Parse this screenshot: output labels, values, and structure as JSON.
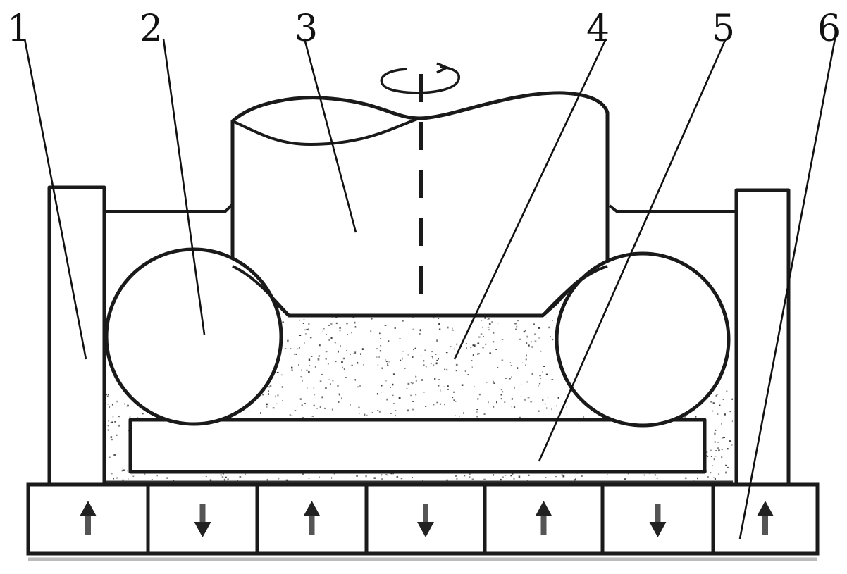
{
  "diagram": {
    "callouts": [
      {
        "label": "1"
      },
      {
        "label": "2"
      },
      {
        "label": "3"
      },
      {
        "label": "4"
      },
      {
        "label": "5"
      },
      {
        "label": "6"
      }
    ],
    "magnet_directions": [
      "up",
      "down",
      "up",
      "down",
      "up",
      "down",
      "up"
    ],
    "colors": {
      "line": "#1a1a1a",
      "background": "#ffffff",
      "abrasive": "#333333"
    }
  }
}
